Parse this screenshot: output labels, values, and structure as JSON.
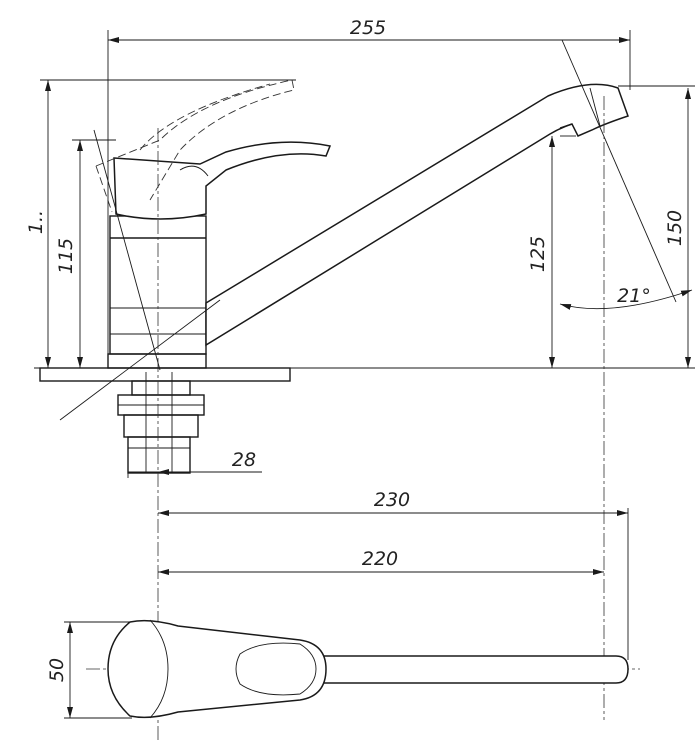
{
  "dimensions": {
    "d255": "255",
    "d150": "150",
    "d125": "125",
    "d115": "115",
    "d130_partial": "1..",
    "d21": "21°",
    "d28": "28",
    "d230": "230",
    "d220": "220",
    "d50": "50"
  }
}
